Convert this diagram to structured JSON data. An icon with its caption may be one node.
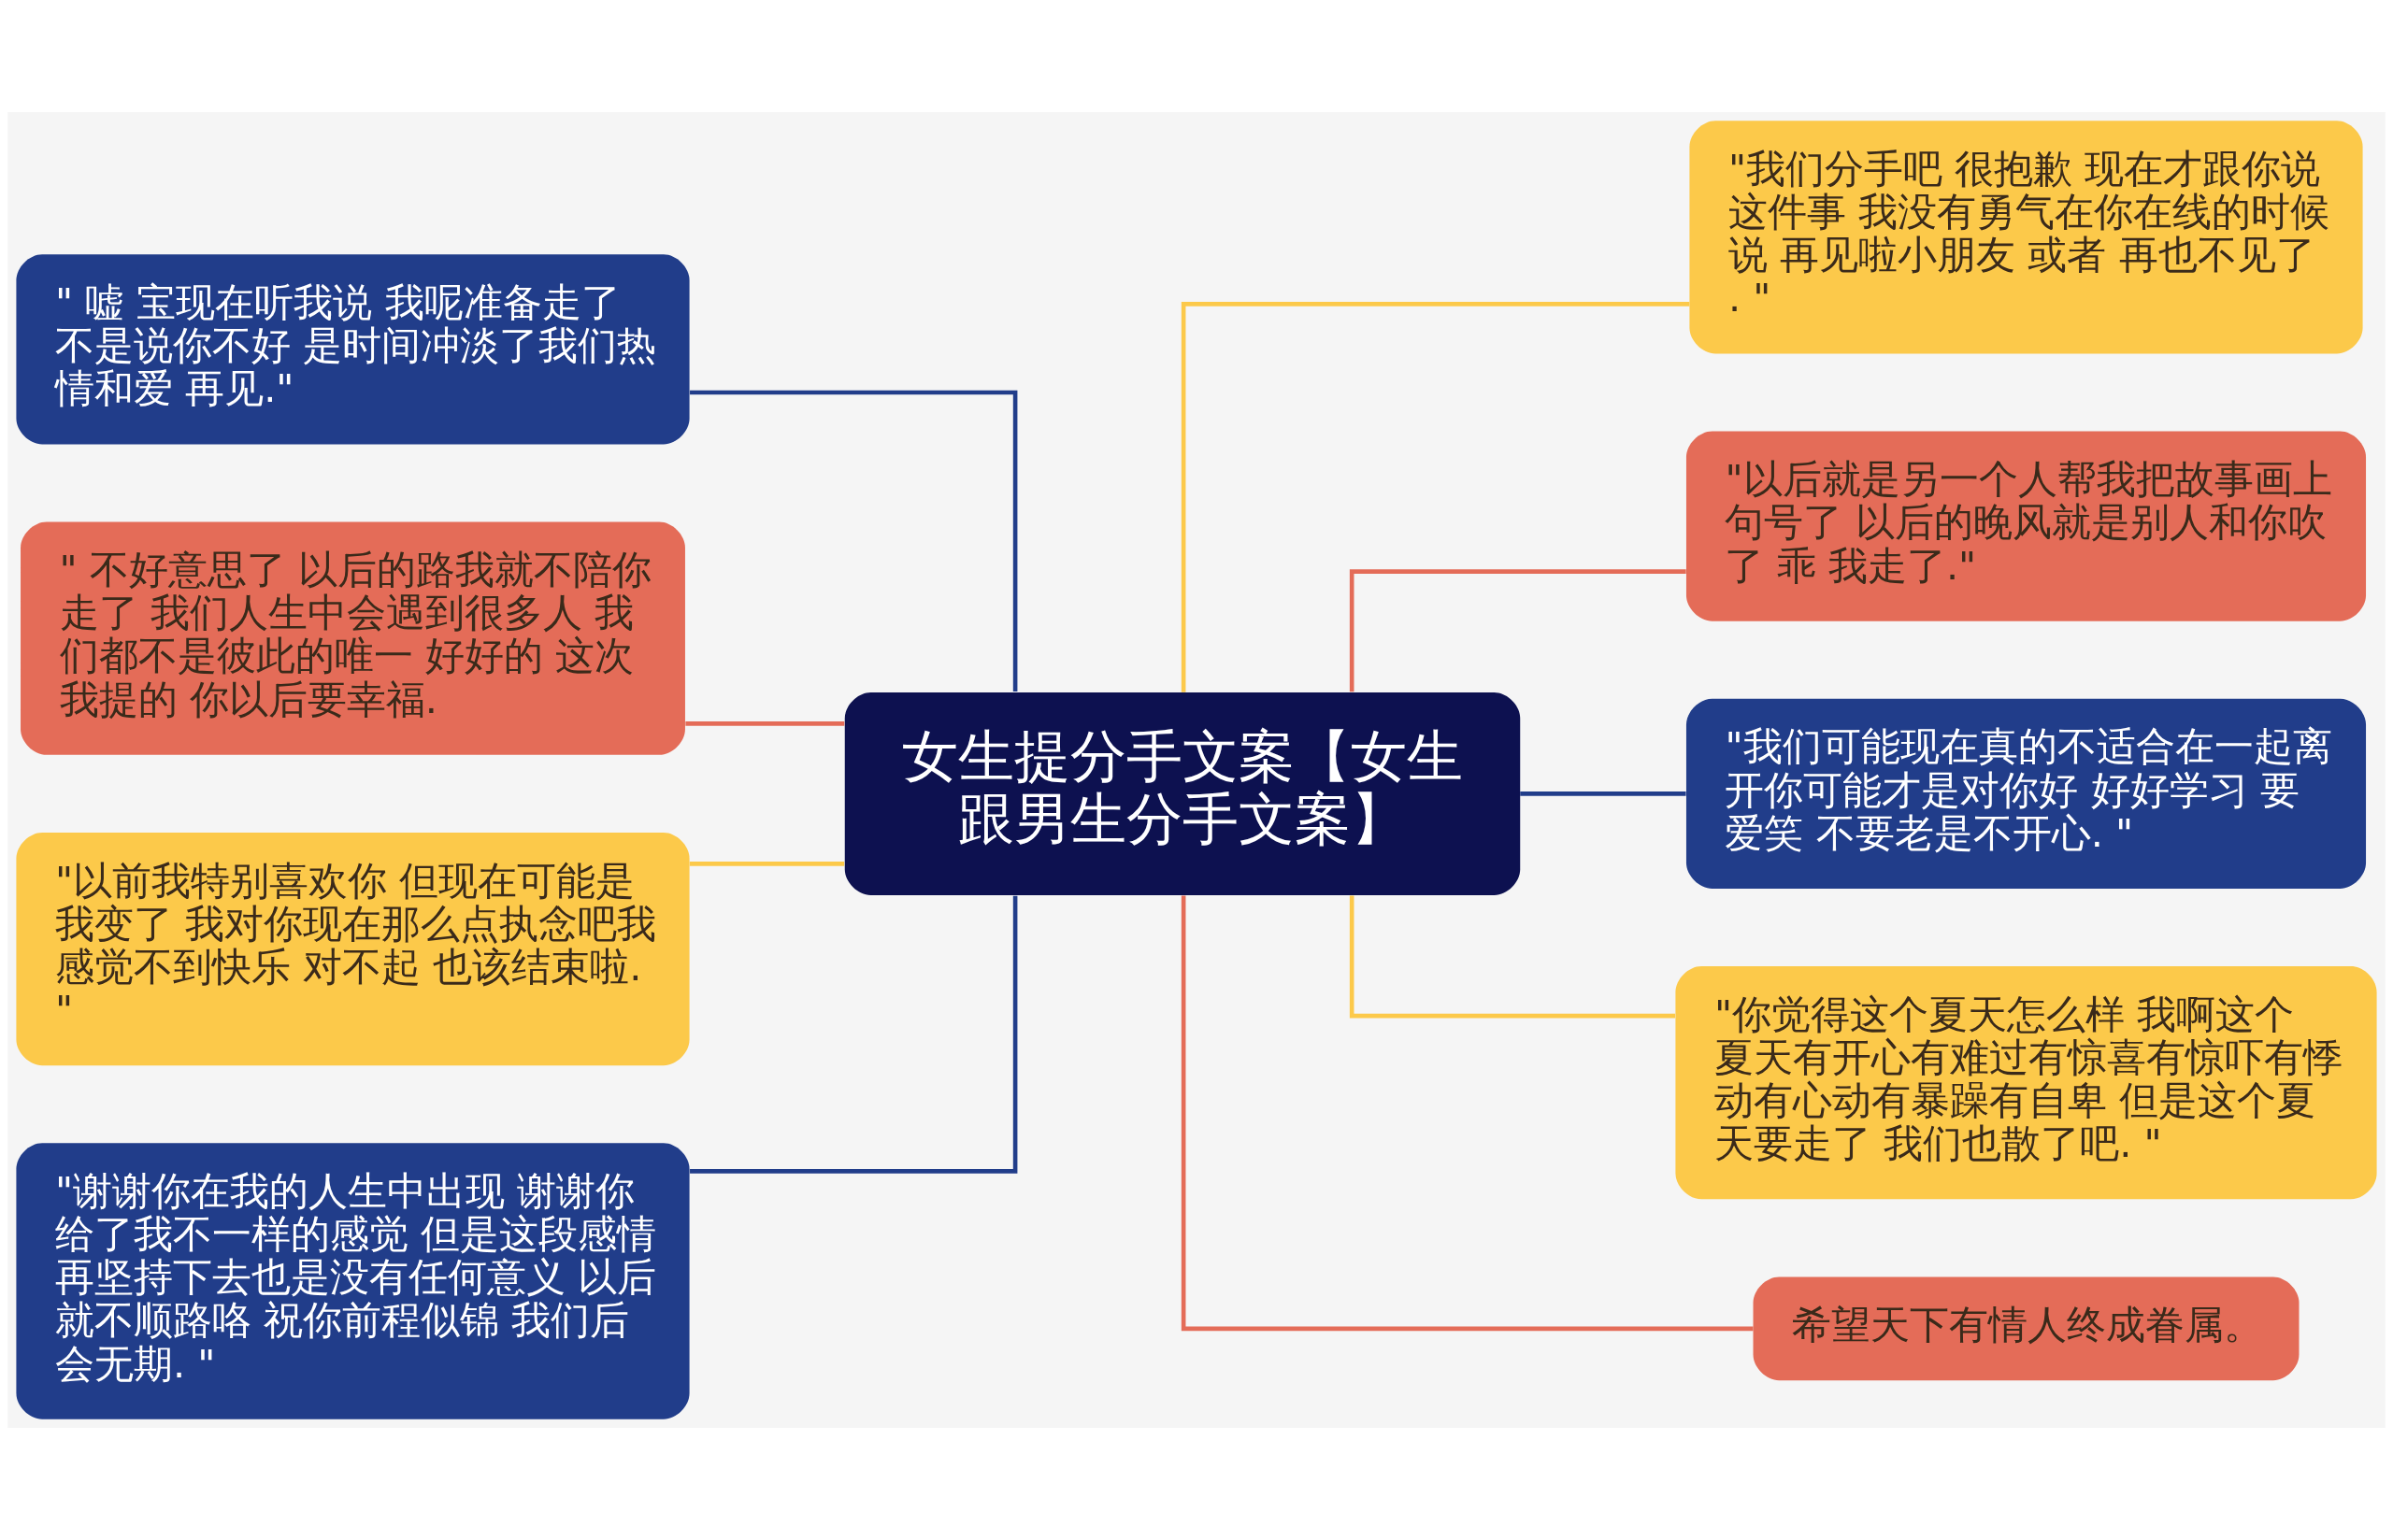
{
  "diagram": {
    "nodes": [
      {
        "text": [
          "女生提分手文案【女生跟男生分手文案】"
        ]
      },
      {
        "text": [
          "\" 嘘 宝现在听我说 我呢准备走了不是说你不好 是时间冲淡了我们热情和爱 再见.\""
        ]
      },
      {
        "text": [
          "\" 不好意思了 以后的路我就不陪你走了 我们人生中会遇到很多人 我们都不是彼此的唯一 好好的 这次我提的 你以后要幸福."
        ]
      },
      {
        "text": [
          "\"以前我特别喜欢你 但现在可能是我变了 我对你现在那么点执念吧我感觉不到快乐 对不起 也该结束啦.\""
        ]
      },
      {
        "text": [
          "\"谢谢你在我的人生中出现 谢谢你给了我不一样的感觉 但是这段感情再坚持下去也是没有任何意义 以后就不顺路咯 祝你前程似锦 我们后会无期. \""
        ]
      },
      {
        "text": [
          "\"我们分手吧 很抱歉 现在才跟你说这件事 我没有勇气在你在线的时候说 再见啦小朋友 或者 再也不见了. \""
        ]
      },
      {
        "text": [
          "\"以后就是另一个人帮我把故事画上句号了 以后的晚风就是别人和你吹了 乖 我走了.\""
        ]
      },
      {
        "text": [
          "\"我们可能现在真的不适合在一起离开你可能才是对你好 好好学习 要爱笑 不要老是不开心. \""
        ]
      },
      {
        "text": [
          "\"你觉得这个夏天怎么样 我啊这个夏天有开心有难过有惊喜有惊吓有悸动有心动有暴躁有自卑 但是这个夏天要走了 我们也散了吧. \""
        ]
      },
      {
        "text": [
          "希望天下有情人终成眷属。"
        ]
      }
    ],
    "edges": [
      {
        "from": 0,
        "to": 1,
        "arrow": "none",
        "color": "#213d8a"
      },
      {
        "from": 0,
        "to": 2,
        "arrow": "none",
        "color": "#e46c58"
      },
      {
        "from": 0,
        "to": 3,
        "arrow": "none",
        "color": "#fcc94a"
      },
      {
        "from": 0,
        "to": 4,
        "arrow": "none",
        "color": "#213d8a"
      },
      {
        "from": 0,
        "to": 5,
        "arrow": "none",
        "color": "#fcc94a"
      },
      {
        "from": 0,
        "to": 6,
        "arrow": "none",
        "color": "#e46c58"
      },
      {
        "from": 0,
        "to": 7,
        "arrow": "none",
        "color": "#213d8a"
      },
      {
        "from": 0,
        "to": 8,
        "arrow": "none",
        "color": "#fcc94a"
      },
      {
        "from": 0,
        "to": 9,
        "arrow": "none",
        "color": "#e46c58"
      }
    ]
  }
}
